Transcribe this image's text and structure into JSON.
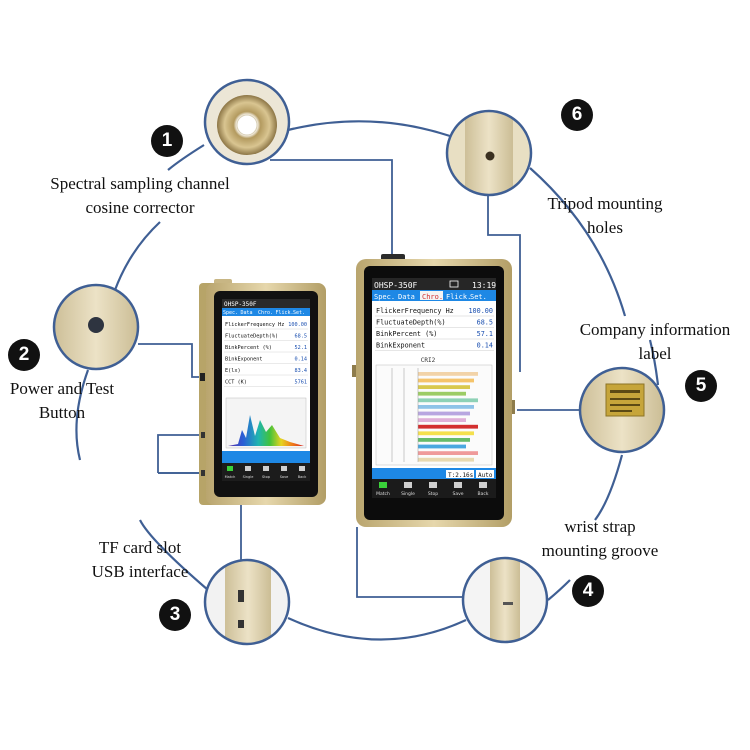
{
  "callouts": [
    {
      "number": "1",
      "lines": [
        "Spectral sampling channel",
        "cosine corrector"
      ]
    },
    {
      "number": "2",
      "lines": [
        "Power and Test",
        "Button"
      ]
    },
    {
      "number": "3",
      "lines": [
        "TF card slot",
        "USB interface"
      ]
    },
    {
      "number": "4",
      "lines": [
        "wrist strap",
        "mounting groove"
      ]
    },
    {
      "number": "5",
      "lines": [
        "Company information",
        "label"
      ]
    },
    {
      "number": "6",
      "lines": [
        "Tripod mounting",
        "holes"
      ]
    }
  ],
  "large_device": {
    "model": "OHSP-350F",
    "time": "13:19",
    "tabs": [
      "Spec.",
      "Data",
      "Chro.",
      "Flick.",
      "Set."
    ],
    "active_tab": "Chro.",
    "rows": [
      {
        "label": "FlickerFrequency Hz",
        "value": "100.00"
      },
      {
        "label": "FluctuateDepth(%)",
        "value": "68.5"
      },
      {
        "label": "BinkPercent (%)",
        "value": "57.1"
      },
      {
        "label": "BinkExponent",
        "value": "0.14"
      }
    ],
    "chart_title": "CRI2",
    "status_value": "T:2.16s",
    "status_mode": "Auto",
    "buttons": [
      "Match",
      "Single",
      "Stop",
      "Save",
      "Back"
    ]
  },
  "small_device": {
    "model": "OHSP-350F",
    "tabs": [
      "Spec.",
      "Data",
      "Chro.",
      "Flick.",
      "Set."
    ],
    "rows": [
      {
        "label": "FlickerFrequency Hz",
        "value": "100.00"
      },
      {
        "label": "FluctuateDepth(%)",
        "value": "68.5"
      },
      {
        "label": "BinkPercent (%)",
        "value": "52.1"
      },
      {
        "label": "BinkExponent",
        "value": "0.14"
      },
      {
        "label": "E(lx)",
        "value": "83.4"
      },
      {
        "label": "CCT (K)",
        "value": "5761"
      }
    ],
    "buttons": [
      "Match",
      "Single",
      "Stop",
      "Save",
      "Back"
    ]
  },
  "colors": {
    "ring": "#3f5f94",
    "screen_blue": "#1e88e5",
    "device_gold": "#d2bf8e",
    "badge": "#111111"
  }
}
